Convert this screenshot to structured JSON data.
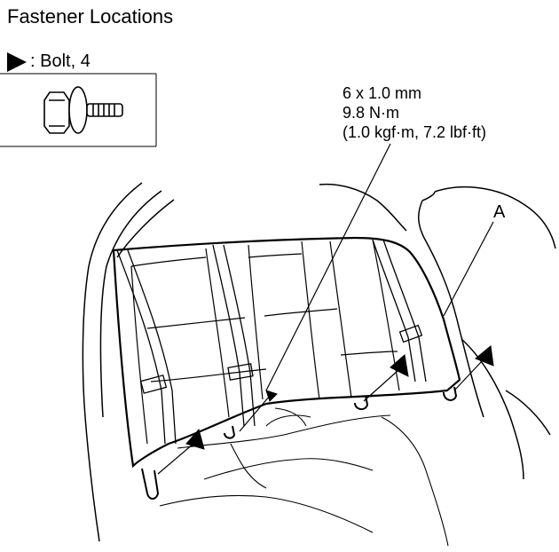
{
  "figure": {
    "title": "Fastener Locations",
    "legend": {
      "symbol": "filled-triangle-marker",
      "label": ": Bolt, 4"
    },
    "spec": {
      "line1": "6 x 1.0 mm",
      "line2": "9.8 N·m",
      "line3": "(1.0 kgf·m, 7.2 lbf·ft)"
    },
    "callout_a": "A",
    "icons": [
      "bolt-icon",
      "bolt-location-arrow"
    ]
  }
}
